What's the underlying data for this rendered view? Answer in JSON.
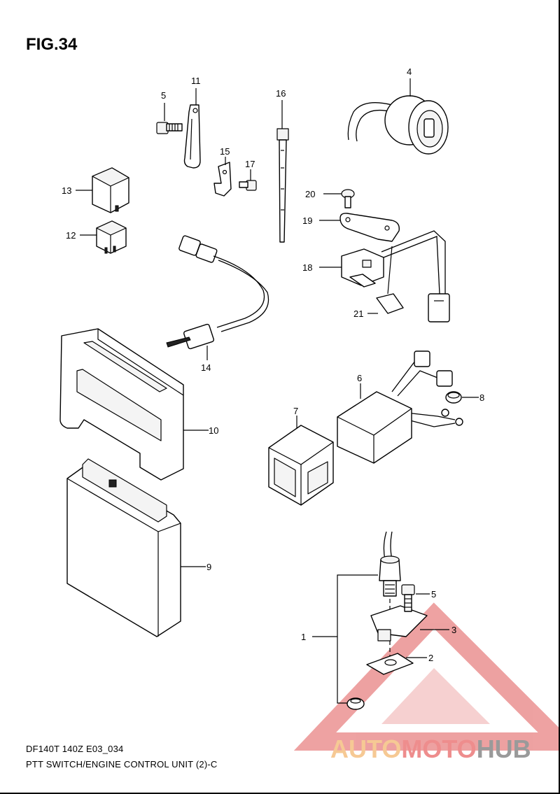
{
  "figure": {
    "title": "FIG.34",
    "model_code": "DF140T 140Z E03_034",
    "description": "PTT SWITCH/ENGINE CONTROL UNIT (2)-C"
  },
  "watermark": {
    "part1": "AUTO",
    "part2": "MOTO",
    "part3": "HUB",
    "colors": {
      "part1": "#f6c994",
      "part2": "#ee8d8d",
      "part3": "#9a9a9a",
      "triangle": "#e05555"
    }
  },
  "callouts": {
    "c1": "1",
    "c2": "2",
    "c3": "3",
    "c4": "4",
    "c5a": "5",
    "c5b": "5",
    "c6": "6",
    "c7": "7",
    "c8": "8",
    "c9": "9",
    "c10": "10",
    "c11": "11",
    "c12": "12",
    "c13": "13",
    "c14": "14",
    "c15": "15",
    "c16": "16",
    "c17": "17",
    "c18": "18",
    "c19": "19",
    "c20": "20",
    "c21": "21"
  }
}
